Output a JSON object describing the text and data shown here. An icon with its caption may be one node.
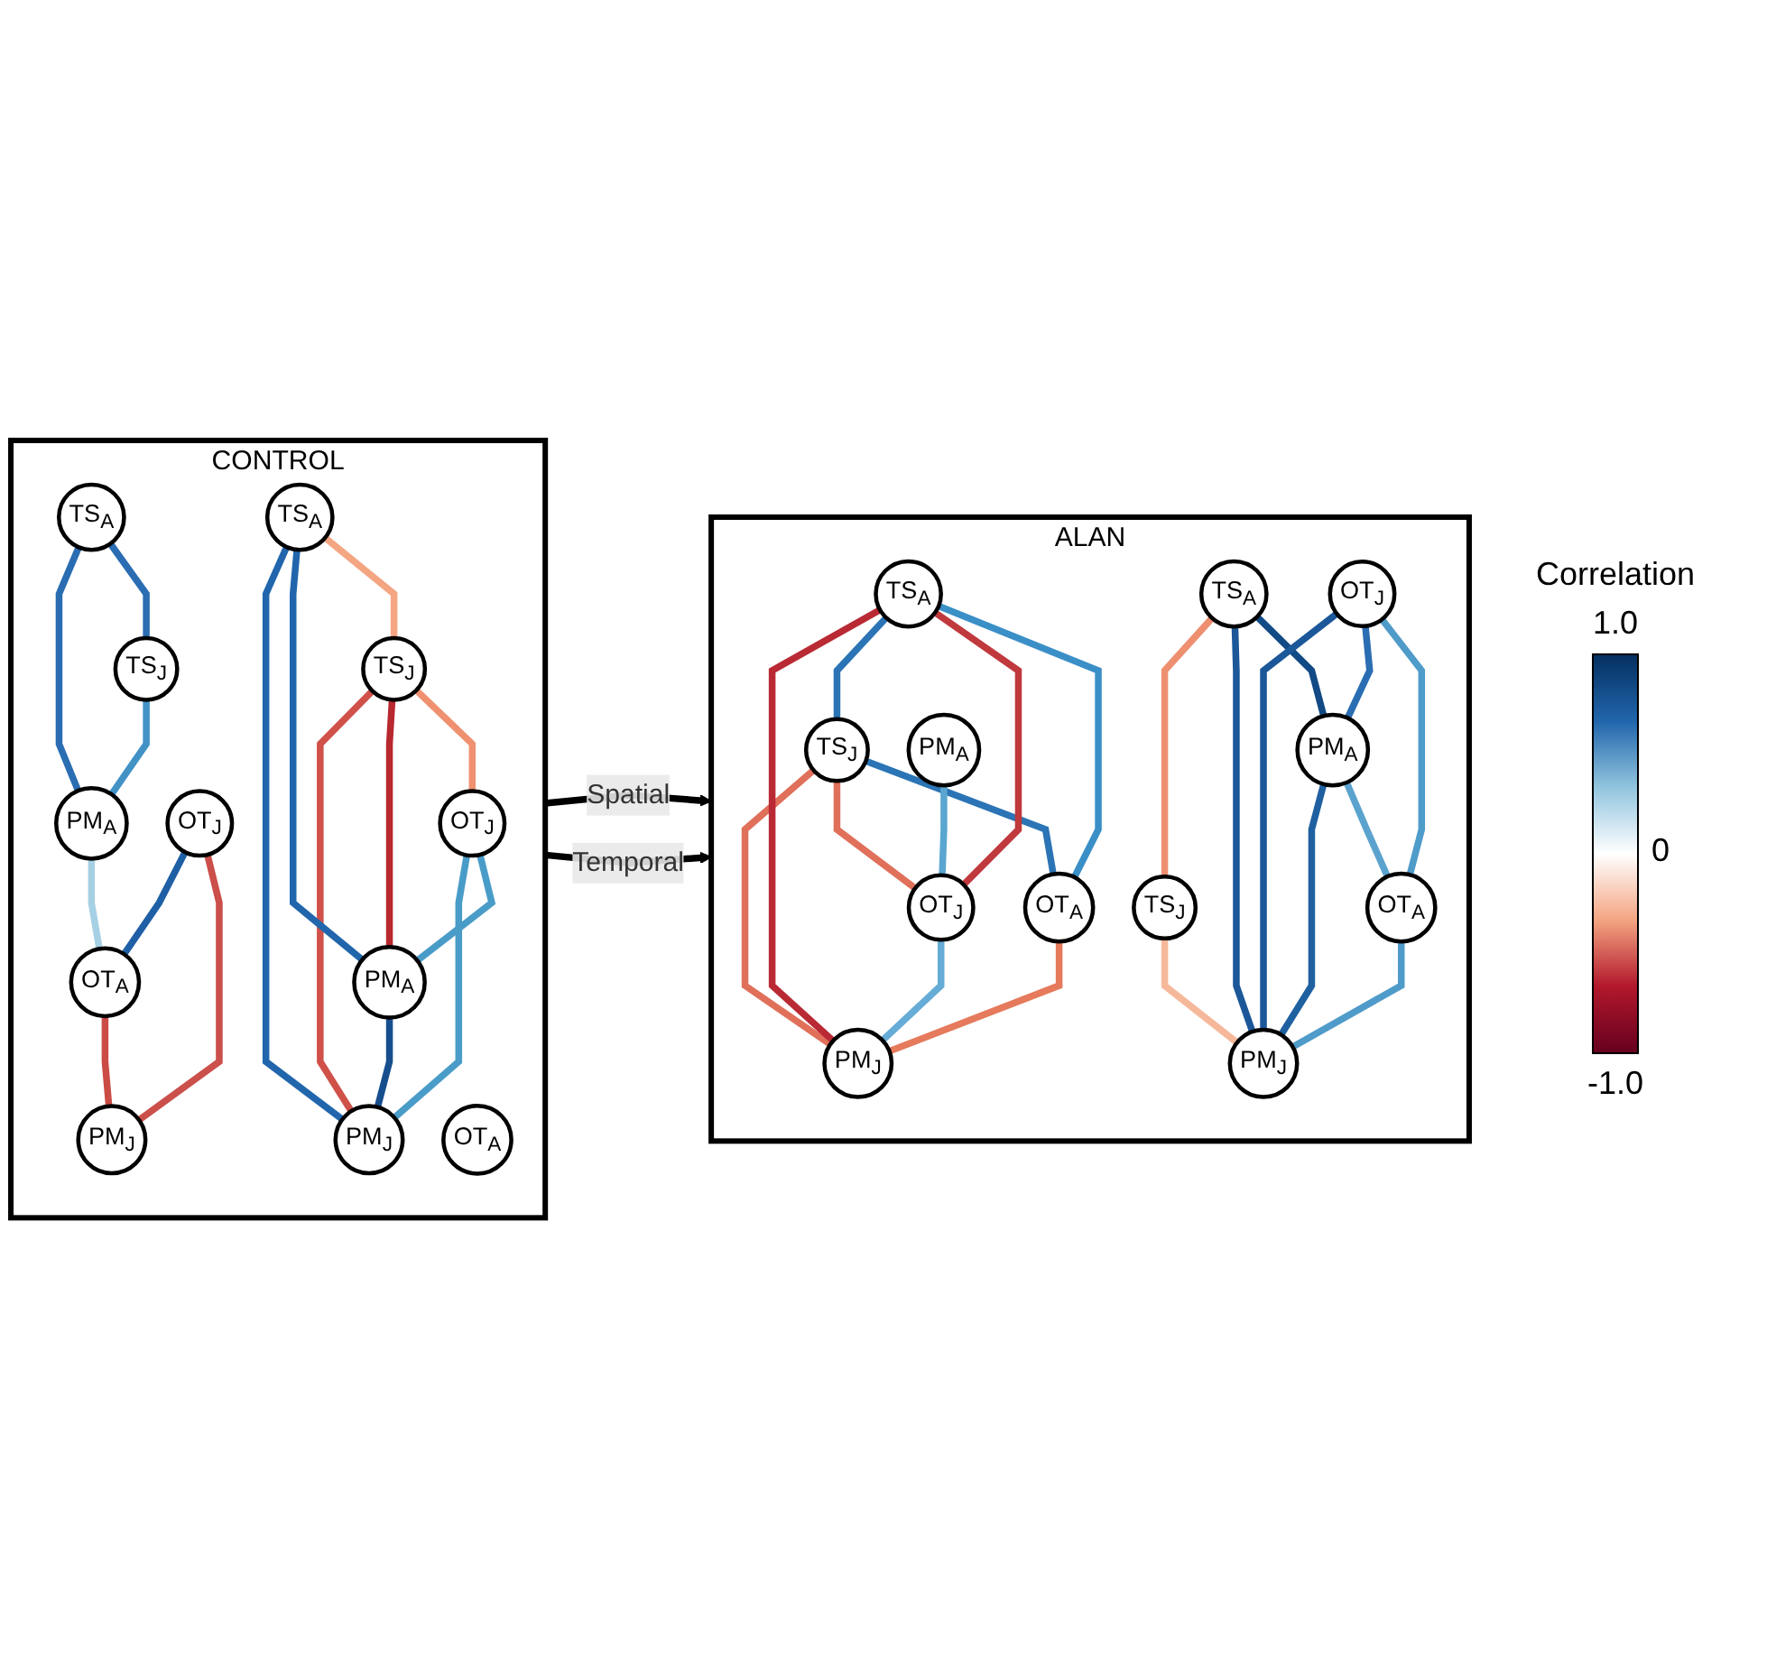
{
  "diagram": {
    "nodes": [
      {
        "text": [
          "CONTROL"
        ]
      },
      {
        "text": [
          "TS$_{J}$"
        ],
        "in": 0
      },
      {
        "text": [
          "TS$_{A}$"
        ],
        "in": 0
      },
      {
        "text": [
          "PM$_{A}$"
        ],
        "in": 0
      },
      {
        "text": [
          "OT$_{J}$"
        ],
        "in": 0
      },
      {
        "text": [
          "PM$_{J}$"
        ],
        "in": 0
      },
      {
        "text": [
          "OT$_{A}$"
        ],
        "in": 0
      },
      {
        "text": [
          "TS$_{J}$"
        ],
        "in": 0
      },
      {
        "text": [
          "TS$_{A}$"
        ],
        "in": 0
      },
      {
        "text": [
          "PM$_{A}$"
        ],
        "in": 0
      },
      {
        "text": [
          "OT$_{J}$"
        ],
        "in": 0
      },
      {
        "text": [
          "PM$_{J}$"
        ],
        "in": 0
      },
      {
        "text": [
          "OT$_{A}$"
        ],
        "in": 0
      },
      {
        "text": [
          "ALAN"
        ]
      },
      {
        "text": [
          "TS$_{J}$"
        ],
        "in": 13
      },
      {
        "text": [
          "PM$_{A}$"
        ],
        "in": 13
      },
      {
        "text": [
          "TS$_{A}$"
        ],
        "in": 13
      },
      {
        "text": [
          "OT$_{J}$"
        ],
        "in": 13
      },
      {
        "text": [
          "PM$_{J}$"
        ],
        "in": 13
      },
      {
        "text": [
          "OT$_{A}$"
        ],
        "in": 13
      },
      {
        "text": [
          "TS$_{J}$"
        ],
        "in": 13
      },
      {
        "text": [
          "TS$_{A}$"
        ],
        "in": 13
      },
      {
        "text": [
          "PM$_{A}$"
        ],
        "in": 13
      },
      {
        "text": [
          "OT$_{J}$"
        ],
        "in": 13
      },
      {
        "text": [
          "PM$_{J}$"
        ],
        "in": 13
      },
      {
        "text": [
          "OT$_{A}$"
        ],
        "in": 13
      }
    ],
    "edges": [
      {
        "from": 0,
        "to": 13,
        "arrow": "to",
        "label": "Spatial",
        "color": "#000000"
      },
      {
        "from": 0,
        "to": 13,
        "arrow": "to",
        "label": "Temporal",
        "color": "#000000"
      },
      {
        "from": 2,
        "to": 1,
        "arrow": "none",
        "color": "#2a6db2"
      },
      {
        "from": 1,
        "to": 3,
        "arrow": "none",
        "color": "#4292c6"
      },
      {
        "from": 2,
        "to": 3,
        "arrow": "none",
        "color": "#2a6db2"
      },
      {
        "from": 3,
        "to": 6,
        "arrow": "none",
        "color": "#a6d0e4"
      },
      {
        "from": 4,
        "to": 5,
        "arrow": "none",
        "color": "#cb4f4a"
      },
      {
        "from": 4,
        "to": 6,
        "arrow": "none",
        "color": "#1f5fa5"
      },
      {
        "from": 6,
        "to": 5,
        "arrow": "none",
        "color": "#cb4b45"
      },
      {
        "from": 8,
        "to": 7,
        "arrow": "none",
        "color": "#f4a582"
      },
      {
        "from": 7,
        "to": 10,
        "arrow": "none",
        "color": "#ef9170"
      },
      {
        "from": 7,
        "to": 9,
        "arrow": "none",
        "color": "#b8282f"
      },
      {
        "from": 7,
        "to": 11,
        "arrow": "none",
        "color": "#d0514a"
      },
      {
        "from": 8,
        "to": 9,
        "arrow": "none",
        "color": "#2166ac"
      },
      {
        "from": 8,
        "to": 11,
        "arrow": "none",
        "color": "#2166ac"
      },
      {
        "from": 10,
        "to": 9,
        "arrow": "none",
        "color": "#4a9cc8"
      },
      {
        "from": 10,
        "to": 11,
        "arrow": "none",
        "color": "#4a9cc8"
      },
      {
        "from": 9,
        "to": 11,
        "arrow": "none",
        "color": "#174f8e"
      },
      {
        "from": 16,
        "to": 14,
        "arrow": "none",
        "color": "#2b74b5"
      },
      {
        "from": 14,
        "to": 17,
        "arrow": "none",
        "color": "#e0705a"
      },
      {
        "from": 14,
        "to": 19,
        "arrow": "none",
        "color": "#2b74b5"
      },
      {
        "from": 14,
        "to": 18,
        "arrow": "none",
        "color": "#e0705a"
      },
      {
        "from": 15,
        "to": 17,
        "arrow": "none",
        "color": "#5aa6d0"
      },
      {
        "from": 16,
        "to": 17,
        "arrow": "none",
        "color": "#c0393d"
      },
      {
        "from": 16,
        "to": 18,
        "arrow": "none",
        "color": "#b92a34"
      },
      {
        "from": 16,
        "to": 19,
        "arrow": "none",
        "color": "#3a8fc7"
      },
      {
        "from": 17,
        "to": 18,
        "arrow": "none",
        "color": "#65acd6"
      },
      {
        "from": 19,
        "to": 18,
        "arrow": "none",
        "color": "#e57a5c"
      },
      {
        "from": 21,
        "to": 20,
        "arrow": "none",
        "color": "#ee8f70"
      },
      {
        "from": 20,
        "to": 24,
        "arrow": "none",
        "color": "#f6b89b"
      },
      {
        "from": 21,
        "to": 22,
        "arrow": "none",
        "color": "#124a85"
      },
      {
        "from": 21,
        "to": 24,
        "arrow": "none",
        "color": "#1b5799"
      },
      {
        "from": 23,
        "to": 22,
        "arrow": "none",
        "color": "#2a6db2"
      },
      {
        "from": 23,
        "to": 24,
        "arrow": "none",
        "color": "#1b5799"
      },
      {
        "from": 22,
        "to": 24,
        "arrow": "none",
        "color": "#1f60a0"
      },
      {
        "from": 22,
        "to": 25,
        "arrow": "none",
        "color": "#5ba3ce"
      },
      {
        "from": 23,
        "to": 25,
        "arrow": "none",
        "color": "#4f9bc9"
      },
      {
        "from": 25,
        "to": 24,
        "arrow": "none",
        "color": "#4f9bc9"
      }
    ],
    "labels": [
      "Correlation",
      "1.0",
      "0",
      "-1.0"
    ]
  }
}
